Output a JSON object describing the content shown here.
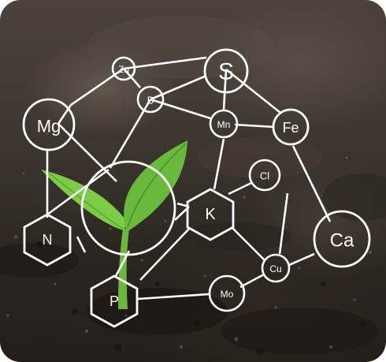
{
  "image": {
    "subject": "seedling sprouting from soil with nutrient element network overlay",
    "line_color": "#ffffff",
    "soil_color": "#3b332d",
    "seedling_color": "#6fbf3a"
  },
  "elements": {
    "zn": "Zn",
    "s": "S",
    "b": "B",
    "mg": "Mg",
    "mn": "Mn",
    "fe": "Fe",
    "cl": "Cl",
    "k": "K",
    "n": "N",
    "ca": "Ca",
    "cu": "Cu",
    "p": "P",
    "mo": "Mo"
  }
}
